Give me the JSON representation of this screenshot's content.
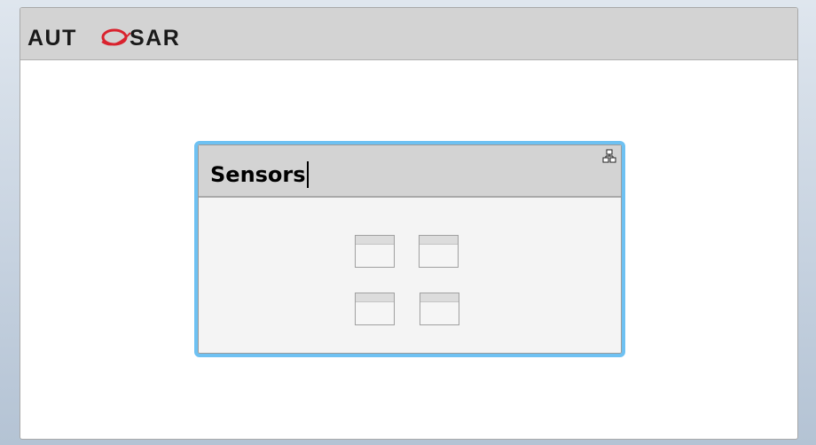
{
  "app": {
    "logo_text": "AUTOSAR"
  },
  "component": {
    "title": "Sensors",
    "icon": "composition-icon",
    "has_text_cursor": true,
    "inner_parts_count": 4
  },
  "colors": {
    "selection_border": "#6ec1f2",
    "header_gray": "#d3d3d3",
    "logo_dark": "#1a1a1a",
    "logo_red": "#d9232e"
  }
}
